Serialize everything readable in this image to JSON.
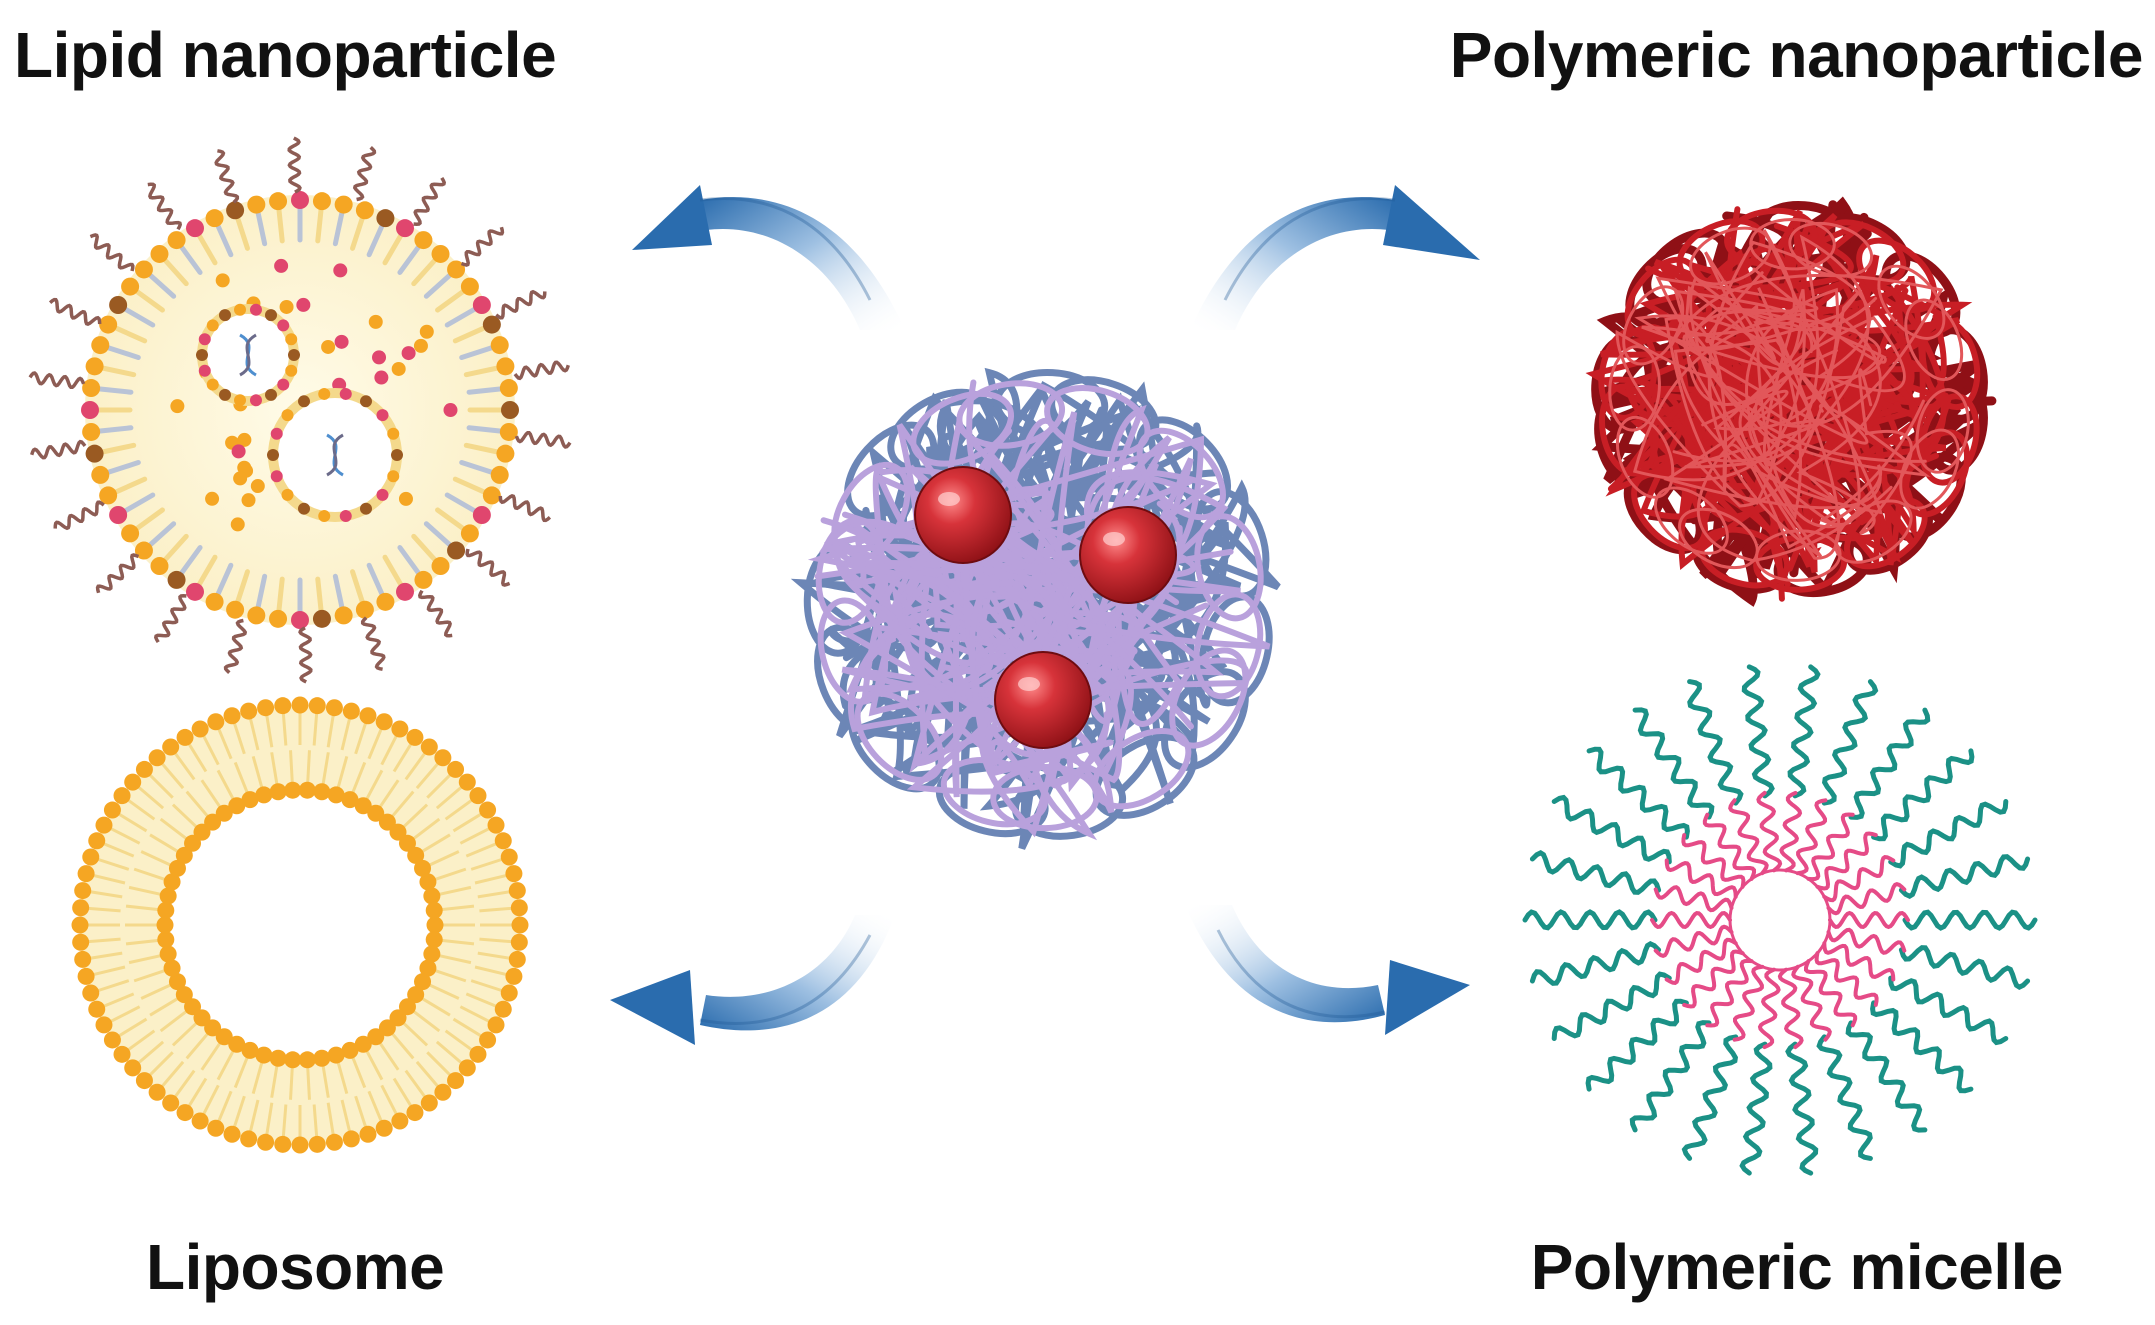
{
  "labels": {
    "lipid_nanoparticle": "Lipid nanoparticle",
    "polymeric_nanoparticle": "Polymeric nanoparticle",
    "liposome": "Liposome",
    "polymeric_micelle": "Polymeric micelle"
  },
  "icons": {
    "center": "drug-loaded-polymer-nanoparticle-icon",
    "top_left": "lipid-nanoparticle-icon",
    "top_right": "polymeric-nanoparticle-icon",
    "bottom_left": "liposome-icon",
    "bottom_right": "polymeric-micelle-icon",
    "arrows": "curved-arrow-icon"
  },
  "colors": {
    "arrow": "#2a6cae",
    "lipid_head": "#f5a623",
    "lipid_head_pink": "#e0466e",
    "lipid_head_brown": "#9a5a22",
    "lipid_tail": "#f4d98c",
    "peg": "#8d5c54",
    "polymer_red": "#c81e25",
    "micelle_pink": "#e54b87",
    "micelle_teal": "#1b9186",
    "coil_blue": "#6c86b6",
    "coil_purple": "#b9a1dc",
    "drug_red": "#c8262c"
  }
}
